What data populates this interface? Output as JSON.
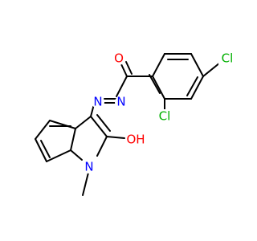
{
  "molecule": {
    "atoms": {
      "O_carbonyl": {
        "label": "O",
        "color": "#ff0000"
      },
      "Cl_para": {
        "label": "Cl",
        "color": "#00b000"
      },
      "Cl_ortho": {
        "label": "Cl",
        "color": "#00b000"
      },
      "N_azo_left": {
        "label": "N",
        "color": "#0000ff"
      },
      "N_azo_right": {
        "label": "N",
        "color": "#0000ff"
      },
      "O_hydroxyl": {
        "label": "OH",
        "color": "#ff0000"
      },
      "N_indole": {
        "label": "N",
        "color": "#0000ff"
      }
    }
  }
}
